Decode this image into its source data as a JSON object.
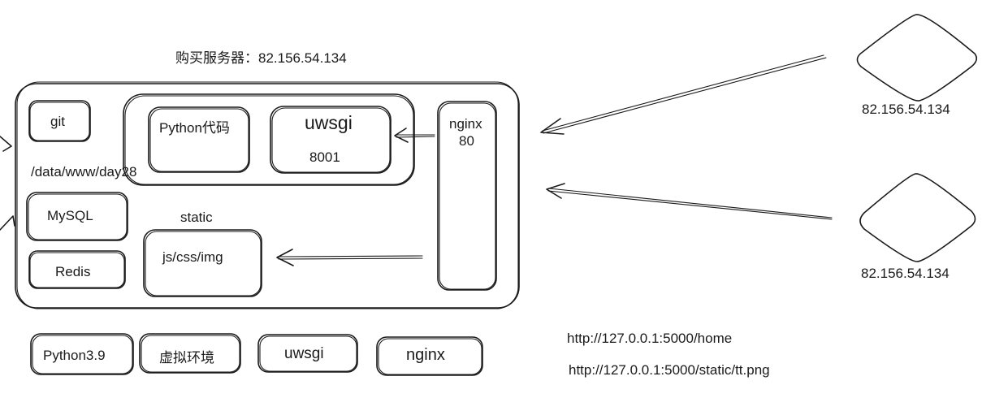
{
  "server": {
    "title": "购买服务器：82.156.54.134",
    "path": "/data/www/day28"
  },
  "boxes": {
    "git": "git",
    "python_code": "Python代码",
    "uwsgi_inner": "uwsgi",
    "port_8001": "8001",
    "nginx_inner": "nginx",
    "port_80": "80",
    "mysql": "MySQL",
    "redis": "Redis",
    "static_label": "static",
    "static_assets": "js/css/img"
  },
  "clients": [
    {
      "ip": "82.156.54.134"
    },
    {
      "ip": "82.156.54.134"
    }
  ],
  "bottom_row": [
    "Python3.9",
    "虚拟环境",
    "uwsgi",
    "nginx"
  ],
  "urls": [
    "http://127.0.0.1:5000/home",
    "http://127.0.0.1:5000/static/tt.png"
  ],
  "colors": {
    "stroke": "#1a1a1a",
    "background": "#ffffff"
  }
}
